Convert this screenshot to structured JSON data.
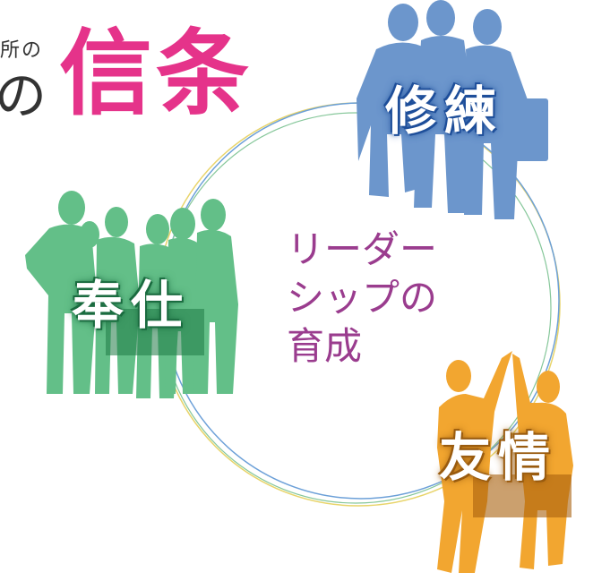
{
  "title": {
    "small": "所の",
    "no": "の",
    "main": "信条"
  },
  "center": {
    "lines": [
      "リーダー",
      "シップの",
      "育成"
    ]
  },
  "labels": {
    "shuren": "修練",
    "houshi": "奉仕",
    "yuujou": "友情"
  },
  "colors": {
    "title_pink": "#e5338a",
    "center_purple": "#9a3c8e",
    "blue_group": "#6c96cc",
    "green_group": "#63bf88",
    "orange_group": "#f2a630",
    "circle_yellow": "#e8d46a",
    "circle_blue": "#6ca0d8",
    "circle_green": "#86c79a"
  }
}
